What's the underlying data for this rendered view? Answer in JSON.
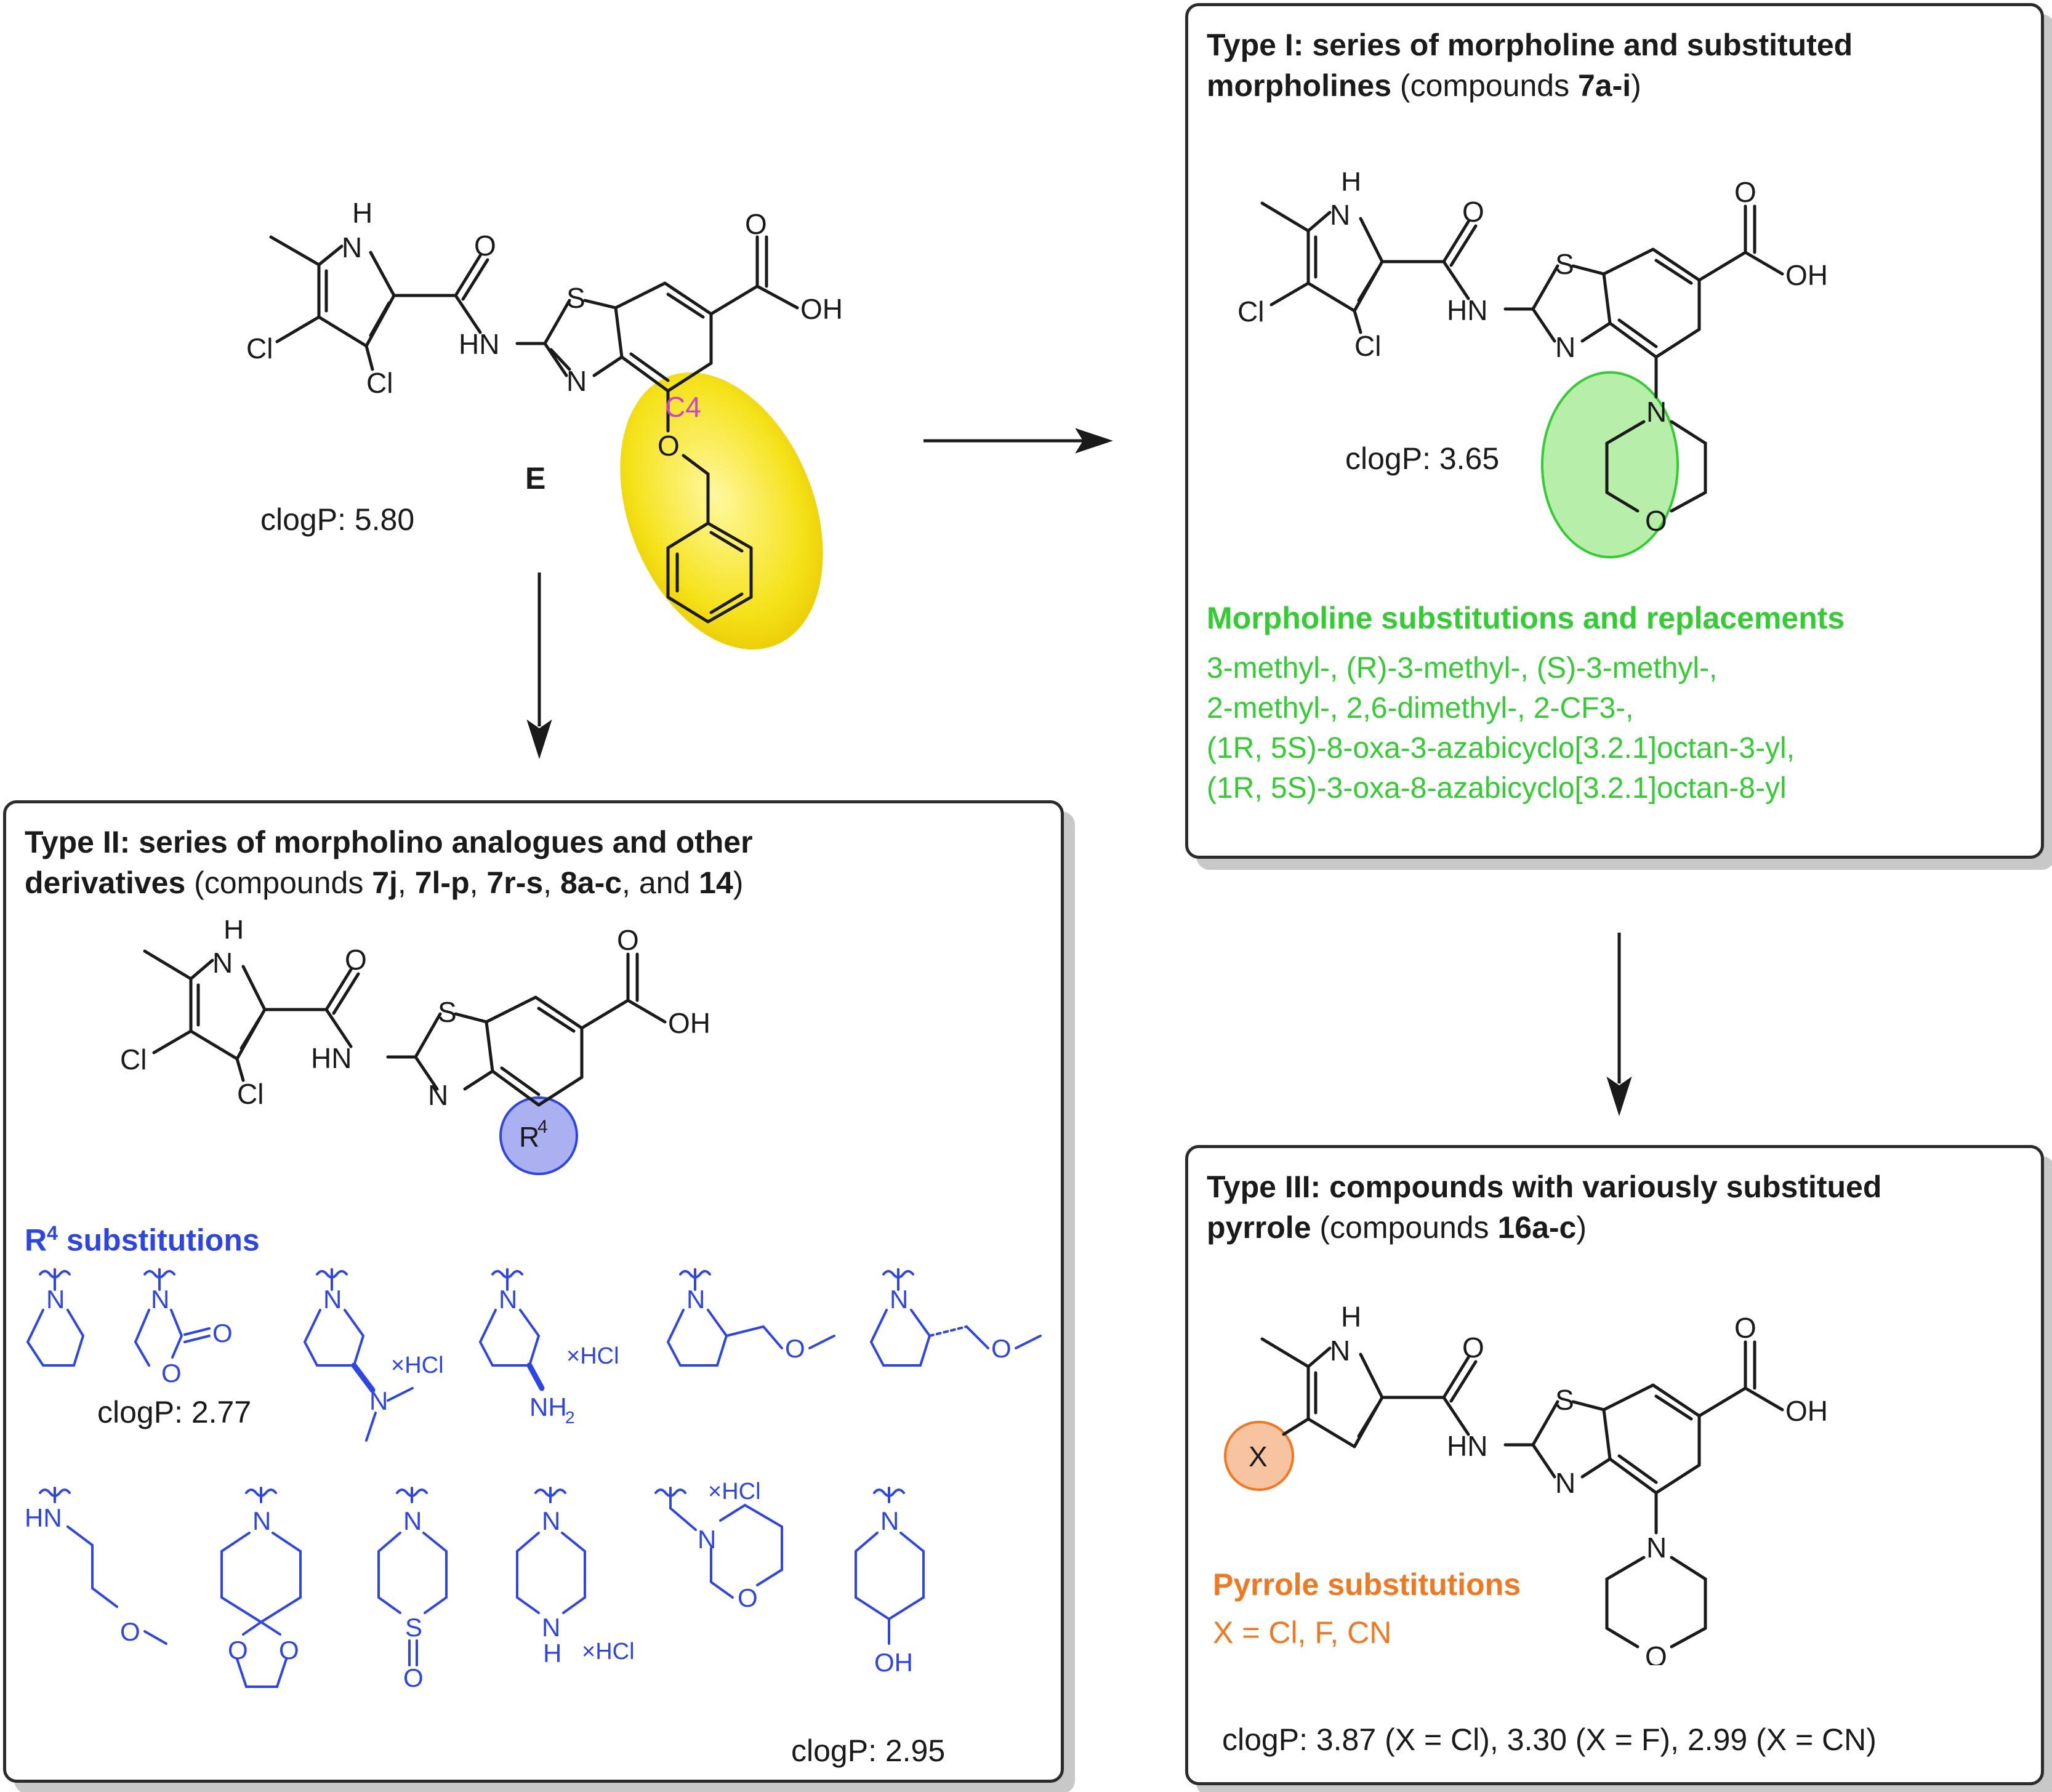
{
  "lead": {
    "label": "E",
    "clogp": "clogP: 5.80",
    "c4": "C4"
  },
  "type1": {
    "title_bold_1": "Type I: series of morpholine and substituted",
    "title_bold_2": "morpholines",
    "title_paren_a": " (compounds ",
    "title_cmp": "7a-i",
    "title_paren_b": ")",
    "clogp": "clogP: 3.65",
    "subs_heading": "Morpholine substitutions and replacements",
    "subs_lines": [
      "3-methyl-, (R)-3-methyl-, (S)-3-methyl-,",
      "2-methyl-, 2,6-dimethyl-, 2-CF3-,",
      "(1R, 5S)-8-oxa-3-azabicyclo[3.2.1]octan-3-yl,",
      "(1R, 5S)-3-oxa-8-azabicyclo[3.2.1]octan-8-yl"
    ]
  },
  "type2": {
    "title_bold_1": "Type II: series of morpholino analogues and other",
    "title_bold_2": "derivatives",
    "title_rest": [
      " (compounds ",
      "7j",
      ", ",
      "7l-p",
      ", ",
      "7r-s",
      ", ",
      "8a-c",
      ", and ",
      "14",
      ")"
    ],
    "r_label": "R",
    "r_sup": "4",
    "subs_heading": "substitutions",
    "clogp_a": "clogP: 2.77",
    "clogp_b": "clogP: 2.95",
    "salt": "×HCl"
  },
  "type3": {
    "title_bold_1": "Type III: compounds with variously substitued",
    "title_bold_2": "pyrrole",
    "title_paren_a": " (compounds ",
    "title_cmp": "16a-c",
    "title_paren_b": ")",
    "x_label": "X",
    "subs_heading": "Pyrrole substitutions",
    "subs_values": "X = Cl, F,  CN",
    "clogp": "clogP: 3.87 (X = Cl), 3.30 (X = F), 2.99 (X = CN)"
  },
  "atoms": {
    "h": "H",
    "n": "N",
    "o": "O",
    "s": "S",
    "cl": "Cl",
    "hn": "HN",
    "oh": "OH",
    "nh2": "NH",
    "two": "2"
  },
  "colors": {
    "yellow": "#f5e21a",
    "green": "#33cc33",
    "blue": "#2e45e6",
    "orange": "#f07820",
    "c4": "#cc44cc"
  }
}
